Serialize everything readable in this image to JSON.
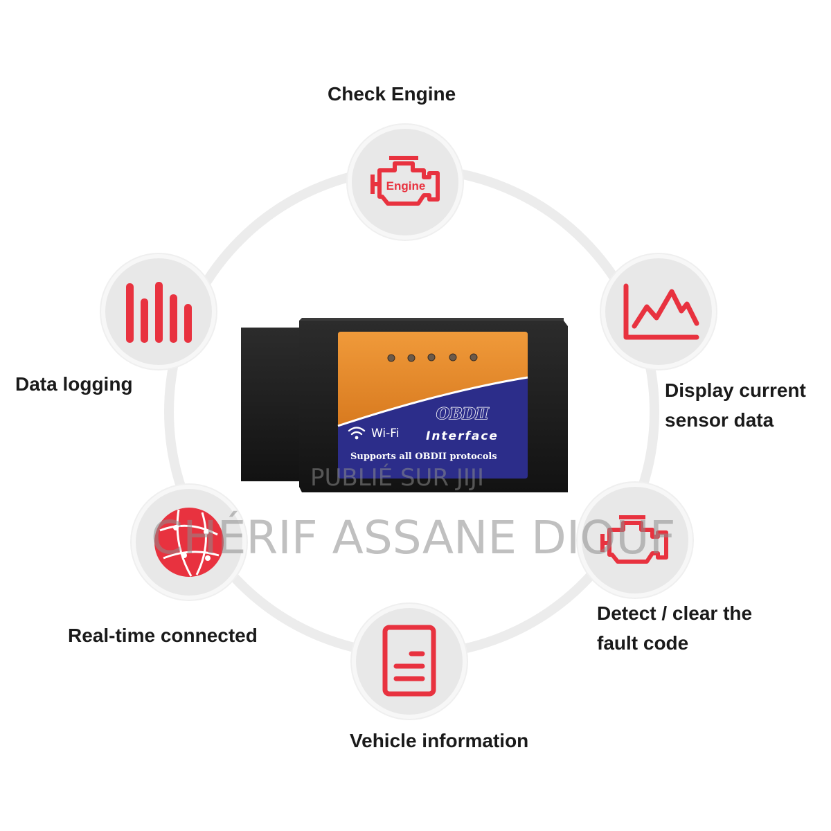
{
  "features": {
    "check_engine": "Check Engine",
    "data_logging": "Data logging",
    "display_current": "Display current",
    "display_sensor": "sensor data",
    "detect_clear": "Detect / clear the",
    "fault_code": "fault code",
    "vehicle_info": "Vehicle information",
    "real_time": "Real-time connected"
  },
  "device": {
    "icon_engine_text": "Engine",
    "brand": "OBDⅡ",
    "interface": "Interface",
    "wifi": "Wi-Fi",
    "protocols": "Supports all OBDII protocols"
  },
  "watermark": {
    "line1": "PUBLIÉ SUR JIJI",
    "line2": "CHÉRIF ASSANE DIOUF"
  },
  "colors": {
    "accent_red": "#e8323f",
    "circle_bg": "#e8e8e8",
    "ring": "#ececec",
    "device_orange": "#e88a2a",
    "device_blue": "#2c2d8a",
    "device_body": "#1e1e1e"
  }
}
